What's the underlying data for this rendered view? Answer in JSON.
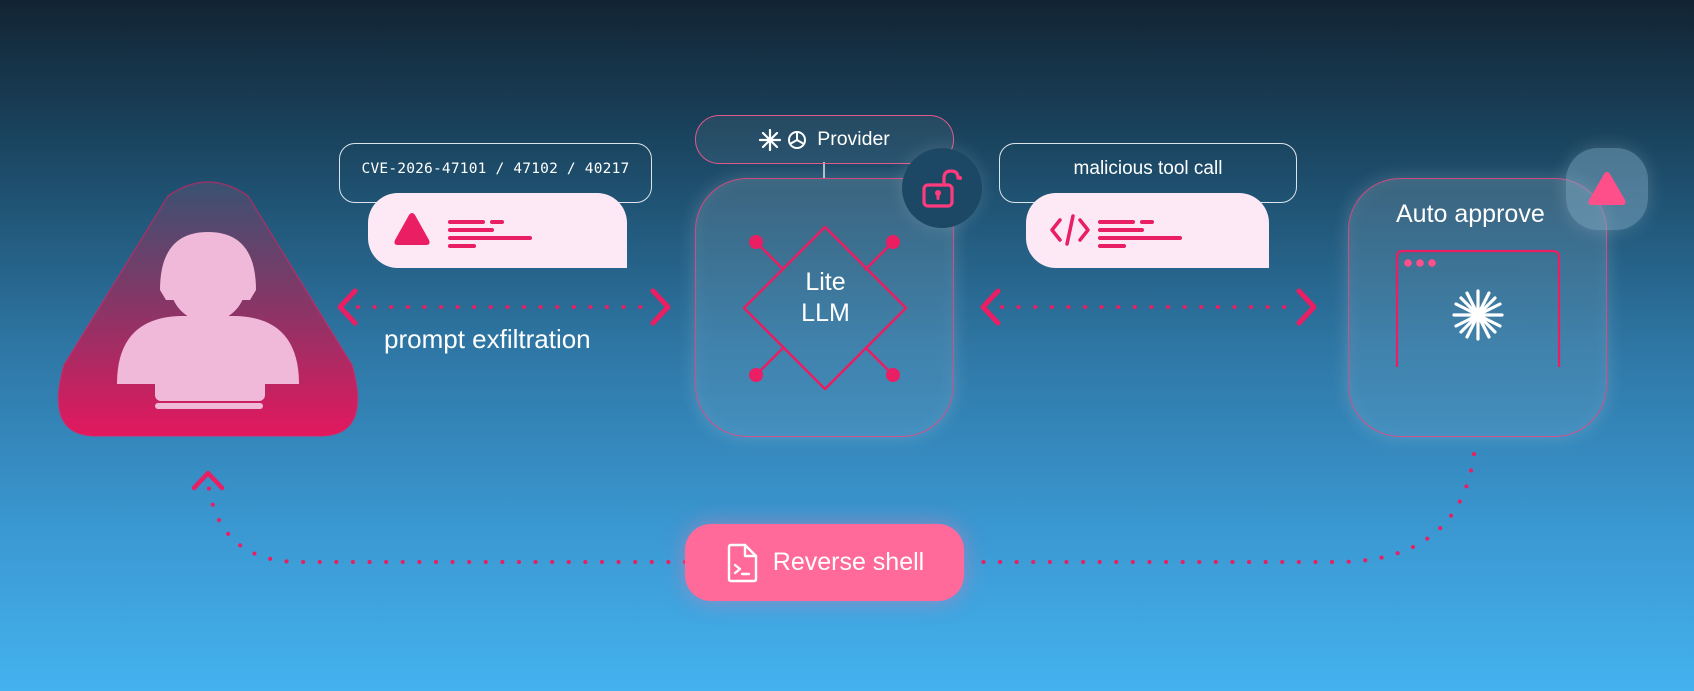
{
  "diagram": {
    "cve_label": "CVE-2026-47101 / 47102 / 40217",
    "prompt_label": "prompt exfiltration",
    "provider_label": "Provider",
    "core_label_line1": "Lite",
    "core_label_line2": "LLM",
    "tool_call_label": "malicious tool call",
    "auto_approve_label": "Auto approve",
    "reverse_shell_label": "Reverse shell"
  },
  "colors": {
    "accent": "#e91e63",
    "accent_light": "#ff6a9b",
    "bubble_bg": "#fde9f6",
    "badge_dark": "#1d4865"
  },
  "icons": [
    "hooded-attacker-icon",
    "warning-triangle-icon",
    "openai-icon",
    "anthropic-spark-icon",
    "unlocked-padlock-icon",
    "code-brackets-icon",
    "browser-window-icon",
    "spark-icon",
    "terminal-file-icon"
  ]
}
